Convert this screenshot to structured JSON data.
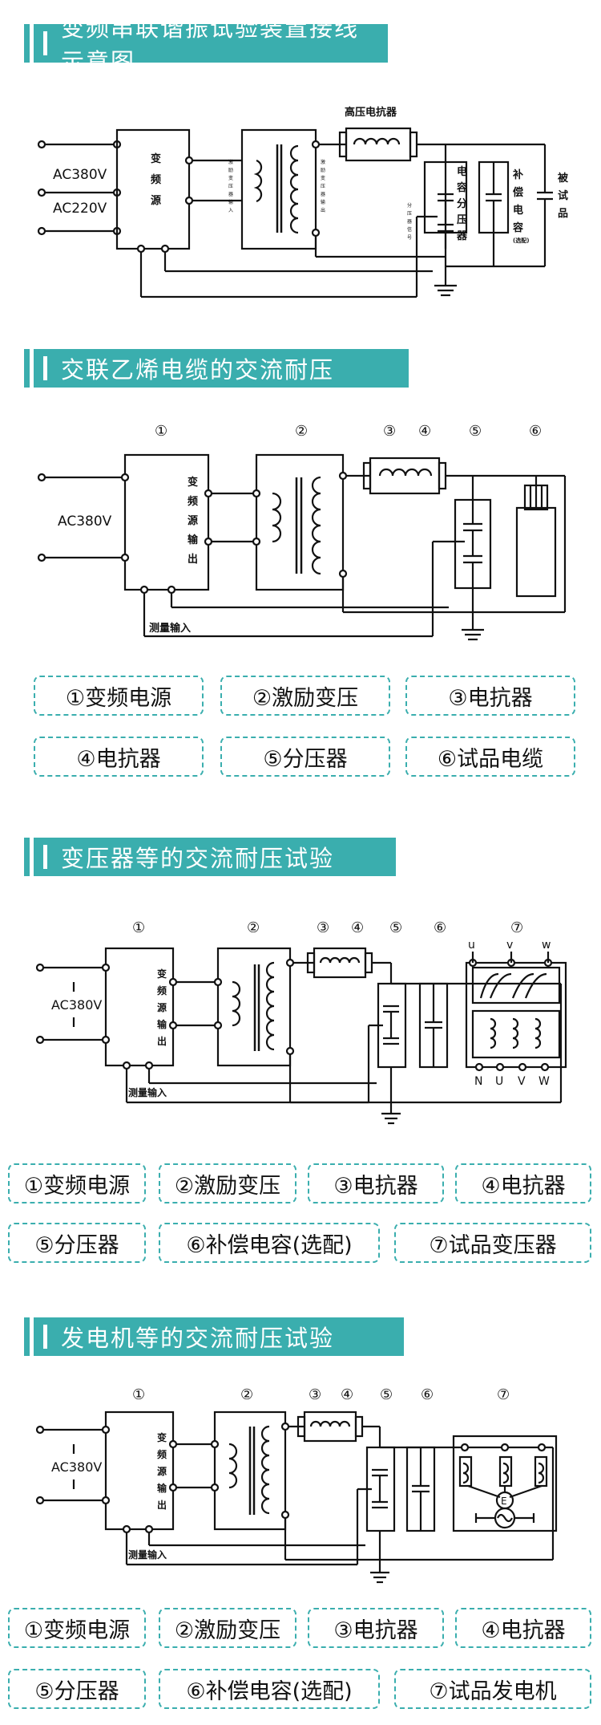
{
  "sections": [
    {
      "title": "变频串联谐振试验装置接线示意图",
      "labels": {
        "ac380": "AC380V",
        "ac220": "AC220V",
        "source_chars": [
          "变",
          "频",
          "源"
        ],
        "exciter_in": [
          "激",
          "励",
          "变",
          "压",
          "器",
          "输",
          "入"
        ],
        "exciter_out": [
          "激",
          "励",
          "变",
          "压",
          "器",
          "输",
          "出"
        ],
        "reactor": "高压电抗器",
        "divider_chars": [
          "电",
          "容",
          "分",
          "压",
          "器"
        ],
        "comp_chars": [
          "补",
          "偿",
          "电",
          "容"
        ],
        "comp_note": "(选配)",
        "test_chars": [
          "被",
          "试",
          "品"
        ],
        "measure_chars": [
          "分",
          "压",
          "器",
          "信",
          "号"
        ]
      }
    },
    {
      "title": "交联乙烯电缆的交流耐压",
      "labels": {
        "ac380": "AC380V",
        "source_chars": [
          "变",
          "频",
          "源",
          "输",
          "出"
        ],
        "measure": "测量输入",
        "nums": [
          "①",
          "②",
          "③",
          "④",
          "⑤",
          "⑥"
        ]
      },
      "legend": [
        "①变频电源",
        "②激励变压",
        "③电抗器",
        "④电抗器",
        "⑤分压器",
        "⑥试品电缆"
      ]
    },
    {
      "title": "变压器等的交流耐压试验",
      "labels": {
        "ac380": "AC380V",
        "source_chars": [
          "变",
          "频",
          "源",
          "输",
          "出"
        ],
        "measure": "测量输入",
        "nums": [
          "①",
          "②",
          "③",
          "④",
          "⑤",
          "⑥",
          "⑦"
        ],
        "top_terms": [
          "u",
          "v",
          "w"
        ],
        "bottom_terms": [
          "N",
          "U",
          "V",
          "W"
        ]
      },
      "legend": [
        "①变频电源",
        "②激励变压",
        "③电抗器",
        "④电抗器",
        "⑤分压器",
        "⑥补偿电容(选配)",
        "⑦试品变压器"
      ]
    },
    {
      "title": "发电机等的交流耐压试验",
      "labels": {
        "ac380": "AC380V",
        "source_chars": [
          "变",
          "频",
          "源",
          "输",
          "出"
        ],
        "measure": "测量输入",
        "nums": [
          "①",
          "②",
          "③",
          "④",
          "⑤",
          "⑥",
          "⑦"
        ],
        "gen_letter": "E"
      },
      "legend": [
        "①变频电源",
        "②激励变压",
        "③电抗器",
        "④电抗器",
        "⑤分压器",
        "⑥补偿电容(选配)",
        "⑦试品发电机"
      ]
    }
  ]
}
